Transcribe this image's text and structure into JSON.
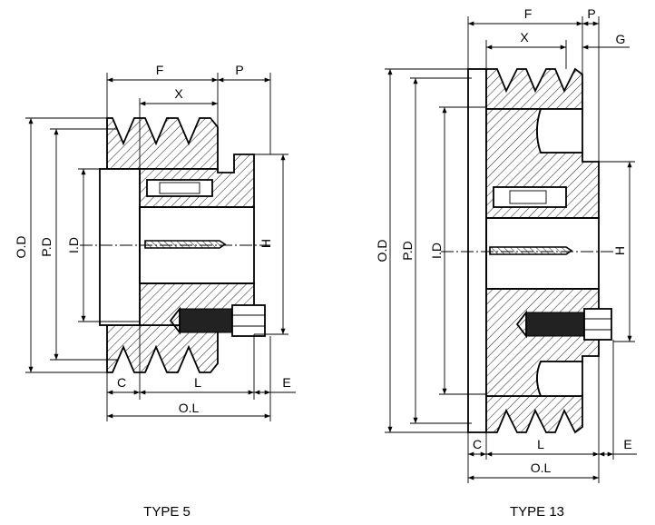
{
  "left_view": {
    "caption": "TYPE 5",
    "dim_labels": {
      "F": "F",
      "X": "X",
      "P": "P",
      "OD": "O.D",
      "PD": "P.D",
      "ID": "I.D",
      "H": "H",
      "C": "C",
      "L": "L",
      "E": "E",
      "OL": "O.L"
    }
  },
  "right_view": {
    "caption": "TYPE 13",
    "dim_labels": {
      "F": "F",
      "P": "P",
      "X": "X",
      "G": "G",
      "OD": "O.D",
      "PD": "P.D",
      "ID": "I.D",
      "H": "H",
      "C": "C",
      "L": "L",
      "E": "E",
      "OL": "O.L"
    }
  }
}
